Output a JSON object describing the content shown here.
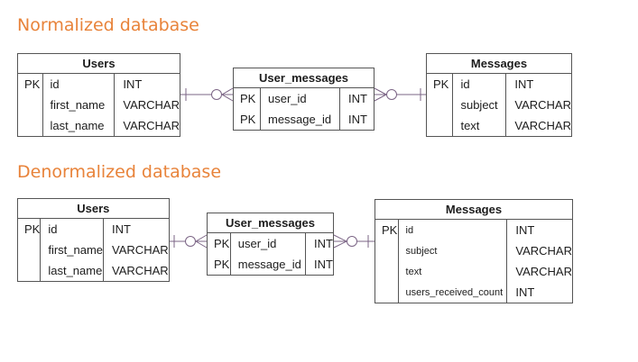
{
  "normalized": {
    "title": "Normalized database",
    "users": {
      "name": "Users",
      "rows": [
        {
          "key": "PK",
          "field": "id",
          "type": "INT"
        },
        {
          "key": "",
          "field": "first_name",
          "type": "VARCHAR"
        },
        {
          "key": "",
          "field": "last_name",
          "type": "VARCHAR"
        }
      ]
    },
    "user_messages": {
      "name": "User_messages",
      "rows": [
        {
          "key": "PK",
          "field": "user_id",
          "type": "INT"
        },
        {
          "key": "PK",
          "field": "message_id",
          "type": "INT"
        }
      ]
    },
    "messages": {
      "name": "Messages",
      "rows": [
        {
          "key": "PK",
          "field": "id",
          "type": "INT"
        },
        {
          "key": "",
          "field": "subject",
          "type": "VARCHAR"
        },
        {
          "key": "",
          "field": "text",
          "type": "VARCHAR"
        }
      ]
    }
  },
  "denormalized": {
    "title": "Denormalized database",
    "users": {
      "name": "Users",
      "rows": [
        {
          "key": "PK",
          "field": "id",
          "type": "INT"
        },
        {
          "key": "",
          "field": "first_name",
          "type": "VARCHAR"
        },
        {
          "key": "",
          "field": "last_name",
          "type": "VARCHAR"
        }
      ]
    },
    "user_messages": {
      "name": "User_messages",
      "rows": [
        {
          "key": "PK",
          "field": "user_id",
          "type": "INT"
        },
        {
          "key": "PK",
          "field": "message_id",
          "type": "INT"
        }
      ]
    },
    "messages": {
      "name": "Messages",
      "rows": [
        {
          "key": "PK",
          "field": "id",
          "type": "INT"
        },
        {
          "key": "",
          "field": "subject",
          "type": "VARCHAR"
        },
        {
          "key": "",
          "field": "text",
          "type": "VARCHAR"
        },
        {
          "key": "",
          "field": "users_received_count",
          "type": "INT"
        }
      ]
    }
  },
  "colors": {
    "title": "#e8833a",
    "connector": "#7b6485",
    "table_border": "#555555"
  }
}
